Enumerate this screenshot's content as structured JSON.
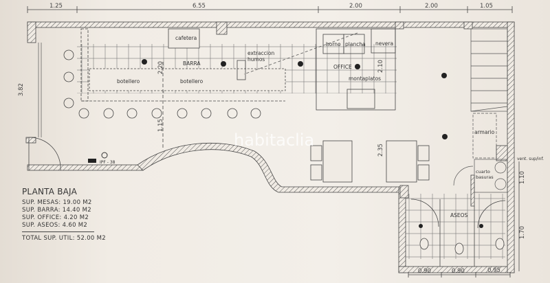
{
  "plan": {
    "title": "PLANTA BAJA",
    "areas": [
      "SUP. MESAS: 19.00 M2",
      "SUP. BARRA: 14.40 M2",
      "SUP. OFFICE: 4.20 M2",
      "SUP. ASEOS: 4.60 M2"
    ],
    "total": "TOTAL SUP. UTIL: 52.00 M2",
    "rooms": {
      "cafetera": "cafetera",
      "barra": "BARRA",
      "extraccion1": "extraccion",
      "extraccion2": "humos",
      "botellero1": "botellero",
      "botellero2": "botellero",
      "horno": "horno",
      "plancha": "plancha",
      "nevera": "nevera",
      "office": "OFFICE",
      "montaplatos": "montaplatos",
      "armario": "armario",
      "cuarto1": "cuarto",
      "cuarto2": "basuras",
      "vent": "vent. sup/inf.",
      "aseos": "ASEOS",
      "extinguisher": "IPF - 38"
    },
    "dims_top": [
      "1.25",
      "6.55",
      "2.00",
      "2.00",
      "1.05"
    ],
    "dims_bottom": [
      "0.90",
      "0.90",
      "0.95"
    ],
    "dims_vertical": {
      "left": "3.82",
      "barra": "2.20",
      "stools": "1.15",
      "office": "2.10",
      "tables": "2.35",
      "cuarto": "1.10",
      "aseos": "1.70"
    }
  },
  "watermark": "habitaclia"
}
